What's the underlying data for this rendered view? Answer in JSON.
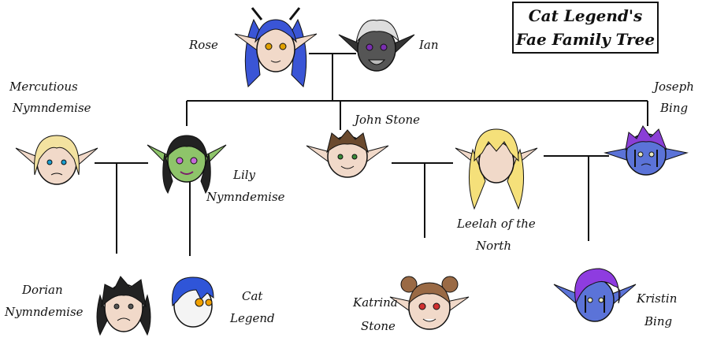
{
  "title": {
    "line1": "Cat Legend's",
    "line2": "Fae Family Tree"
  },
  "people": {
    "rose": "Rose",
    "ian": "Ian",
    "mercutious": [
      "Mercutious",
      "Nymndemise"
    ],
    "lily": [
      "Lily",
      "Nymndemise"
    ],
    "john": "John Stone",
    "leelah": [
      "Leelah of the",
      "North"
    ],
    "joseph": [
      "Joseph",
      "Bing"
    ],
    "dorian": [
      "Dorian",
      "Nymndemise"
    ],
    "cat": [
      "Cat",
      "Legend"
    ],
    "katrina": [
      "Katrina",
      "Stone"
    ],
    "kristin": [
      "Kristin",
      "Bing"
    ]
  },
  "colors": {
    "line": "#111111",
    "rose_hair": "#3a55d6",
    "ian_face": "#555555",
    "ian_hair": "#dddddd",
    "skin": "#f1d9c9",
    "lily_skin": "#8ec46a",
    "mercutious_hair": "#f3e2a0",
    "leelah_hair": "#f5e07a",
    "john_hair": "#6b4a2e",
    "joseph_skin": "#5b73d8",
    "joseph_hair": "#8a3fd6",
    "kristin_hair": "#8e3ce0",
    "cat_hair": "#2f55d8",
    "cat_eyes": "#f0a000",
    "katrina_hair": "#9a6a45",
    "dorian_hair": "#222222"
  },
  "icons": [
    "fae-portrait-rose",
    "fae-portrait-ian",
    "fae-portrait-mercutious",
    "fae-portrait-lily",
    "fae-portrait-john",
    "fae-portrait-leelah",
    "fae-portrait-joseph",
    "fae-portrait-dorian",
    "fae-portrait-cat",
    "fae-portrait-katrina",
    "fae-portrait-kristin"
  ]
}
